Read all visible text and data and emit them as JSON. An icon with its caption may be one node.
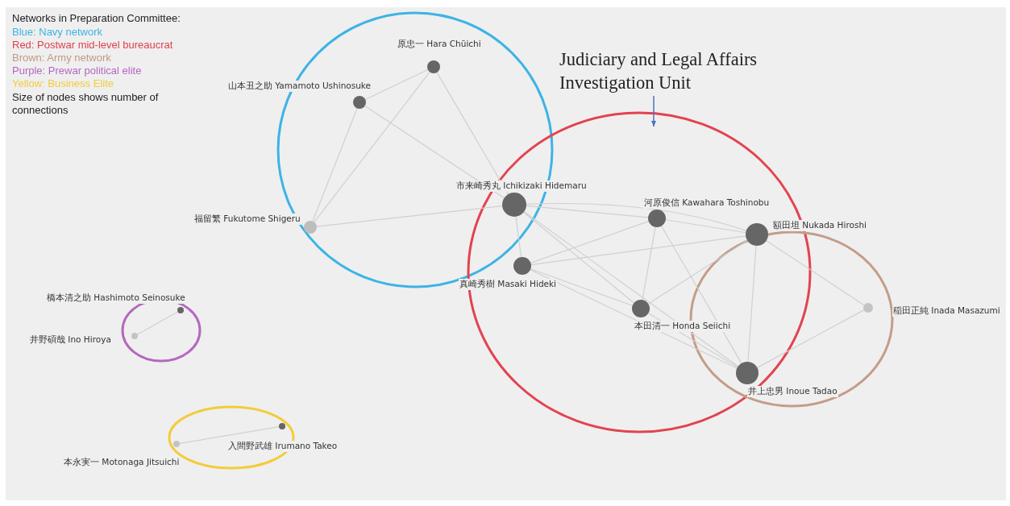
{
  "diagram": {
    "nodes": [
      {
        "text": [],
        "shape": "circle",
        "beside": [
          "原忠一 Hara Chūichi"
        ]
      },
      {
        "text": [],
        "shape": "circle",
        "beside": [
          "山本丑之助 Yamamoto Ushinosuke"
        ]
      },
      {
        "text": [],
        "shape": "circle",
        "beside": [
          "市来崎秀丸 Ichikizaki Hidemaru"
        ]
      },
      {
        "text": [],
        "shape": "circle",
        "beside": [
          "福留繁 Fukutome Shigeru"
        ]
      },
      {
        "text": [],
        "shape": "circle",
        "beside": [
          "河原俊信 Kawahara Toshinobu"
        ]
      },
      {
        "text": [],
        "shape": "circle",
        "beside": [
          "額田坦 Nukada Hiroshi"
        ]
      },
      {
        "text": [],
        "shape": "circle",
        "beside": [
          "真崎秀樹 Masaki Hideki"
        ]
      },
      {
        "text": [],
        "shape": "circle",
        "beside": [
          "本田清一 Honda Seiichi"
        ]
      },
      {
        "text": [],
        "shape": "circle",
        "beside": [
          "稲田正純 Inada Masazumi"
        ]
      },
      {
        "text": [],
        "shape": "circle",
        "beside": [
          "井上忠男 Inoue Tadao"
        ]
      },
      {
        "text": [],
        "shape": "circle",
        "beside": [
          "橋本清之助 Hashimoto Seinosuke"
        ]
      },
      {
        "text": [],
        "shape": "circle",
        "beside": [
          "井野碩哉 Ino Hiroya"
        ]
      },
      {
        "text": [],
        "shape": "circle",
        "beside": [
          "入間野武雄 Irumano Takeo"
        ]
      },
      {
        "text": [],
        "shape": "circle",
        "beside": [
          "本永実一 Motonaga Jitsuichi"
        ]
      },
      {
        "text": [
          "Judiciary and Legal Affairs Investigation Unit"
        ]
      }
    ],
    "edges": [
      {
        "from": 0,
        "to": 1,
        "arrow": "none"
      },
      {
        "from": 0,
        "to": 3,
        "arrow": "none"
      },
      {
        "from": 0,
        "to": 2,
        "arrow": "none"
      },
      {
        "from": 1,
        "to": 3,
        "arrow": "none"
      },
      {
        "from": 1,
        "to": 2,
        "arrow": "none"
      },
      {
        "from": 3,
        "to": 2,
        "arrow": "none"
      },
      {
        "from": 2,
        "to": 6,
        "arrow": "none"
      },
      {
        "from": 2,
        "to": 4,
        "arrow": "none"
      },
      {
        "from": 2,
        "to": 5,
        "arrow": "none"
      },
      {
        "from": 2,
        "to": 7,
        "arrow": "none"
      },
      {
        "from": 2,
        "to": 9,
        "arrow": "none"
      },
      {
        "from": 6,
        "to": 4,
        "arrow": "none"
      },
      {
        "from": 6,
        "to": 5,
        "arrow": "none"
      },
      {
        "from": 6,
        "to": 7,
        "arrow": "none"
      },
      {
        "from": 6,
        "to": 9,
        "arrow": "none"
      },
      {
        "from": 4,
        "to": 5,
        "arrow": "none"
      },
      {
        "from": 4,
        "to": 7,
        "arrow": "none"
      },
      {
        "from": 4,
        "to": 9,
        "arrow": "none"
      },
      {
        "from": 5,
        "to": 7,
        "arrow": "none"
      },
      {
        "from": 5,
        "to": 9,
        "arrow": "none"
      },
      {
        "from": 5,
        "to": 8,
        "arrow": "none"
      },
      {
        "from": 7,
        "to": 9,
        "arrow": "none"
      },
      {
        "from": 8,
        "to": 9,
        "arrow": "none"
      },
      {
        "from": 10,
        "to": 11,
        "arrow": "none"
      },
      {
        "from": 12,
        "to": 13,
        "arrow": "none"
      },
      {
        "from": 14,
        "to": null,
        "arrow": "to",
        "color": "#4a72c0"
      }
    ],
    "labels": [
      "Networks in Preparation Committee:",
      "Size of nodes shows number of connections"
    ],
    "legend": [
      {
        "text": "Blue: Navy network",
        "color": "#3db3e6"
      },
      {
        "text": "Red: Postwar mid-level bureaucrat",
        "color": "#e0414e"
      },
      {
        "text": "Brown: Army network",
        "color": "#bf9a86"
      },
      {
        "text": "Purple: Prewar political elite",
        "color": "#b468bf"
      },
      {
        "text": "Yellow: Business Elite",
        "color": "#f2cc3a"
      }
    ]
  }
}
